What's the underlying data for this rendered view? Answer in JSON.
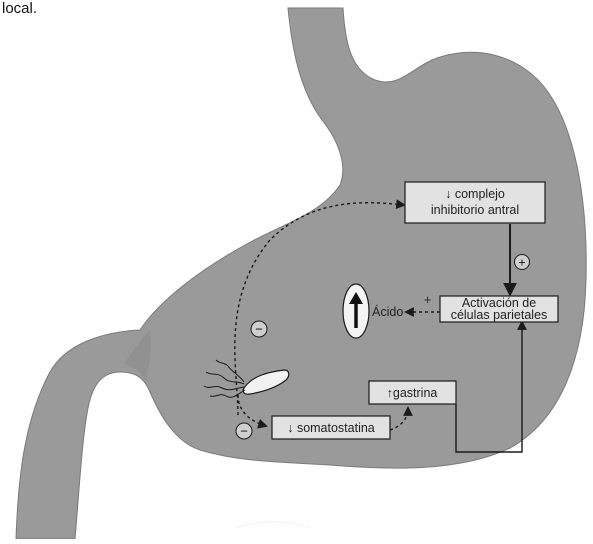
{
  "caption_fragment": "local.",
  "boxes": {
    "complejo": {
      "line1": "↓ complejo",
      "line2": "inhibitorio antral"
    },
    "activacion": {
      "line1": "Activación de",
      "line2": "células parietales"
    },
    "gastrina": {
      "text": "↑gastrina"
    },
    "somatostatina": {
      "text": "↓ somatostatina"
    }
  },
  "labels": {
    "acido": "Ácido",
    "plus_small": "+",
    "plus_circle": "+",
    "minus_circle_upper": "−",
    "minus_circle_lower": "−"
  },
  "colors": {
    "stomach_fill": "#9a9a9a",
    "box_fill": "#e2e2e2",
    "line": "#1a1a1a"
  }
}
